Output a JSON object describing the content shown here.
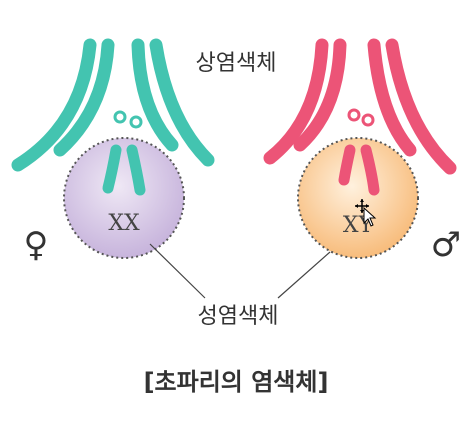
{
  "labels": {
    "autosome": "상염색체",
    "sex_chromosome": "성염색체",
    "caption": "[초파리의 염색체]"
  },
  "female": {
    "sex_chromosomes": "XX",
    "symbol": "♀"
  },
  "male": {
    "sex_chromosomes": "XY",
    "symbol": "♂"
  },
  "colors": {
    "teal_chromosome": "#43c4b0",
    "pink_chromosome": "#ec5477",
    "female_nucleus": "#d4c4e3",
    "male_nucleus": "#f8c98e",
    "nucleus_border": "#555555",
    "line": "#444444"
  }
}
